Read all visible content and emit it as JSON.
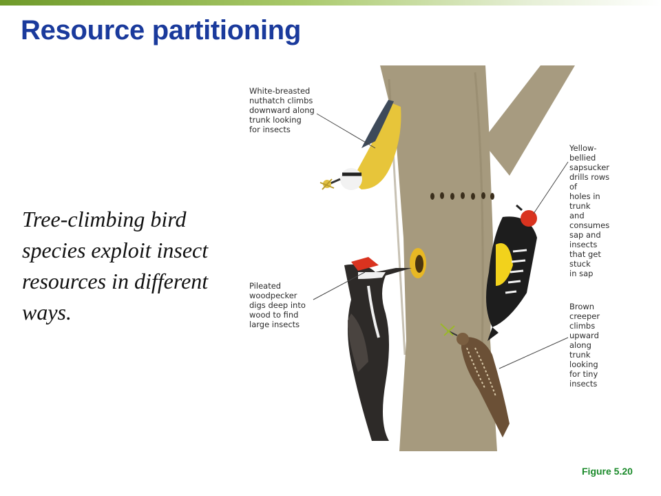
{
  "slide": {
    "title": "Resource partitioning",
    "body": "Tree-climbing bird species exploit insect resources in different ways.",
    "figure_number": "Figure 5.20"
  },
  "figure": {
    "labels": {
      "nuthatch": "White-breasted\nnuthatch climbs\ndownward along\ntrunk looking\nfor insects",
      "sapsucker": "Yellow-bellied\nsapsucker\ndrills rows of\nholes in trunk\nand consumes\nsap and insects\nthat get stuck\nin sap",
      "woodpecker": "Pileated\nwoodpecker\ndigs deep into\nwood to find\nlarge insects",
      "creeper": "Brown creeper\nclimbs upward\nalong trunk\nlooking for tiny\ninsects"
    },
    "colors": {
      "trunk": "#a69a7e",
      "woodpecker_crest": "#d9331f",
      "sapsucker_yellow": "#f2d21c",
      "nuthatch_yellow": "#e7c53a"
    }
  }
}
